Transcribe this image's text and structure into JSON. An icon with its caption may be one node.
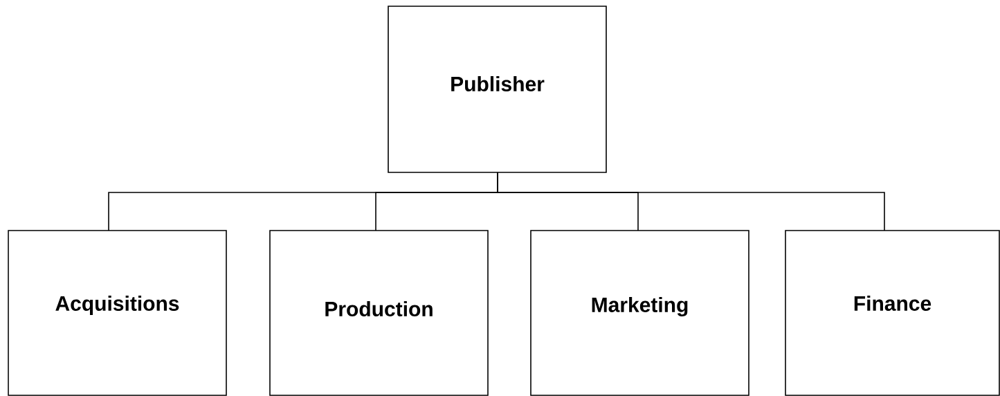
{
  "diagram": {
    "nodes": [
      {
        "text": [
          "Publisher"
        ]
      },
      {
        "text": [
          "Acquisitions"
        ]
      },
      {
        "text": [
          "Production"
        ]
      },
      {
        "text": [
          "Marketing"
        ]
      },
      {
        "text": [
          "Finance"
        ]
      }
    ],
    "edges": [
      {
        "from": 0,
        "to": 1,
        "arrow": "none"
      },
      {
        "from": 0,
        "to": 2,
        "arrow": "none"
      },
      {
        "from": 0,
        "to": 3,
        "arrow": "none"
      },
      {
        "from": 0,
        "to": 4,
        "arrow": "none"
      }
    ]
  }
}
